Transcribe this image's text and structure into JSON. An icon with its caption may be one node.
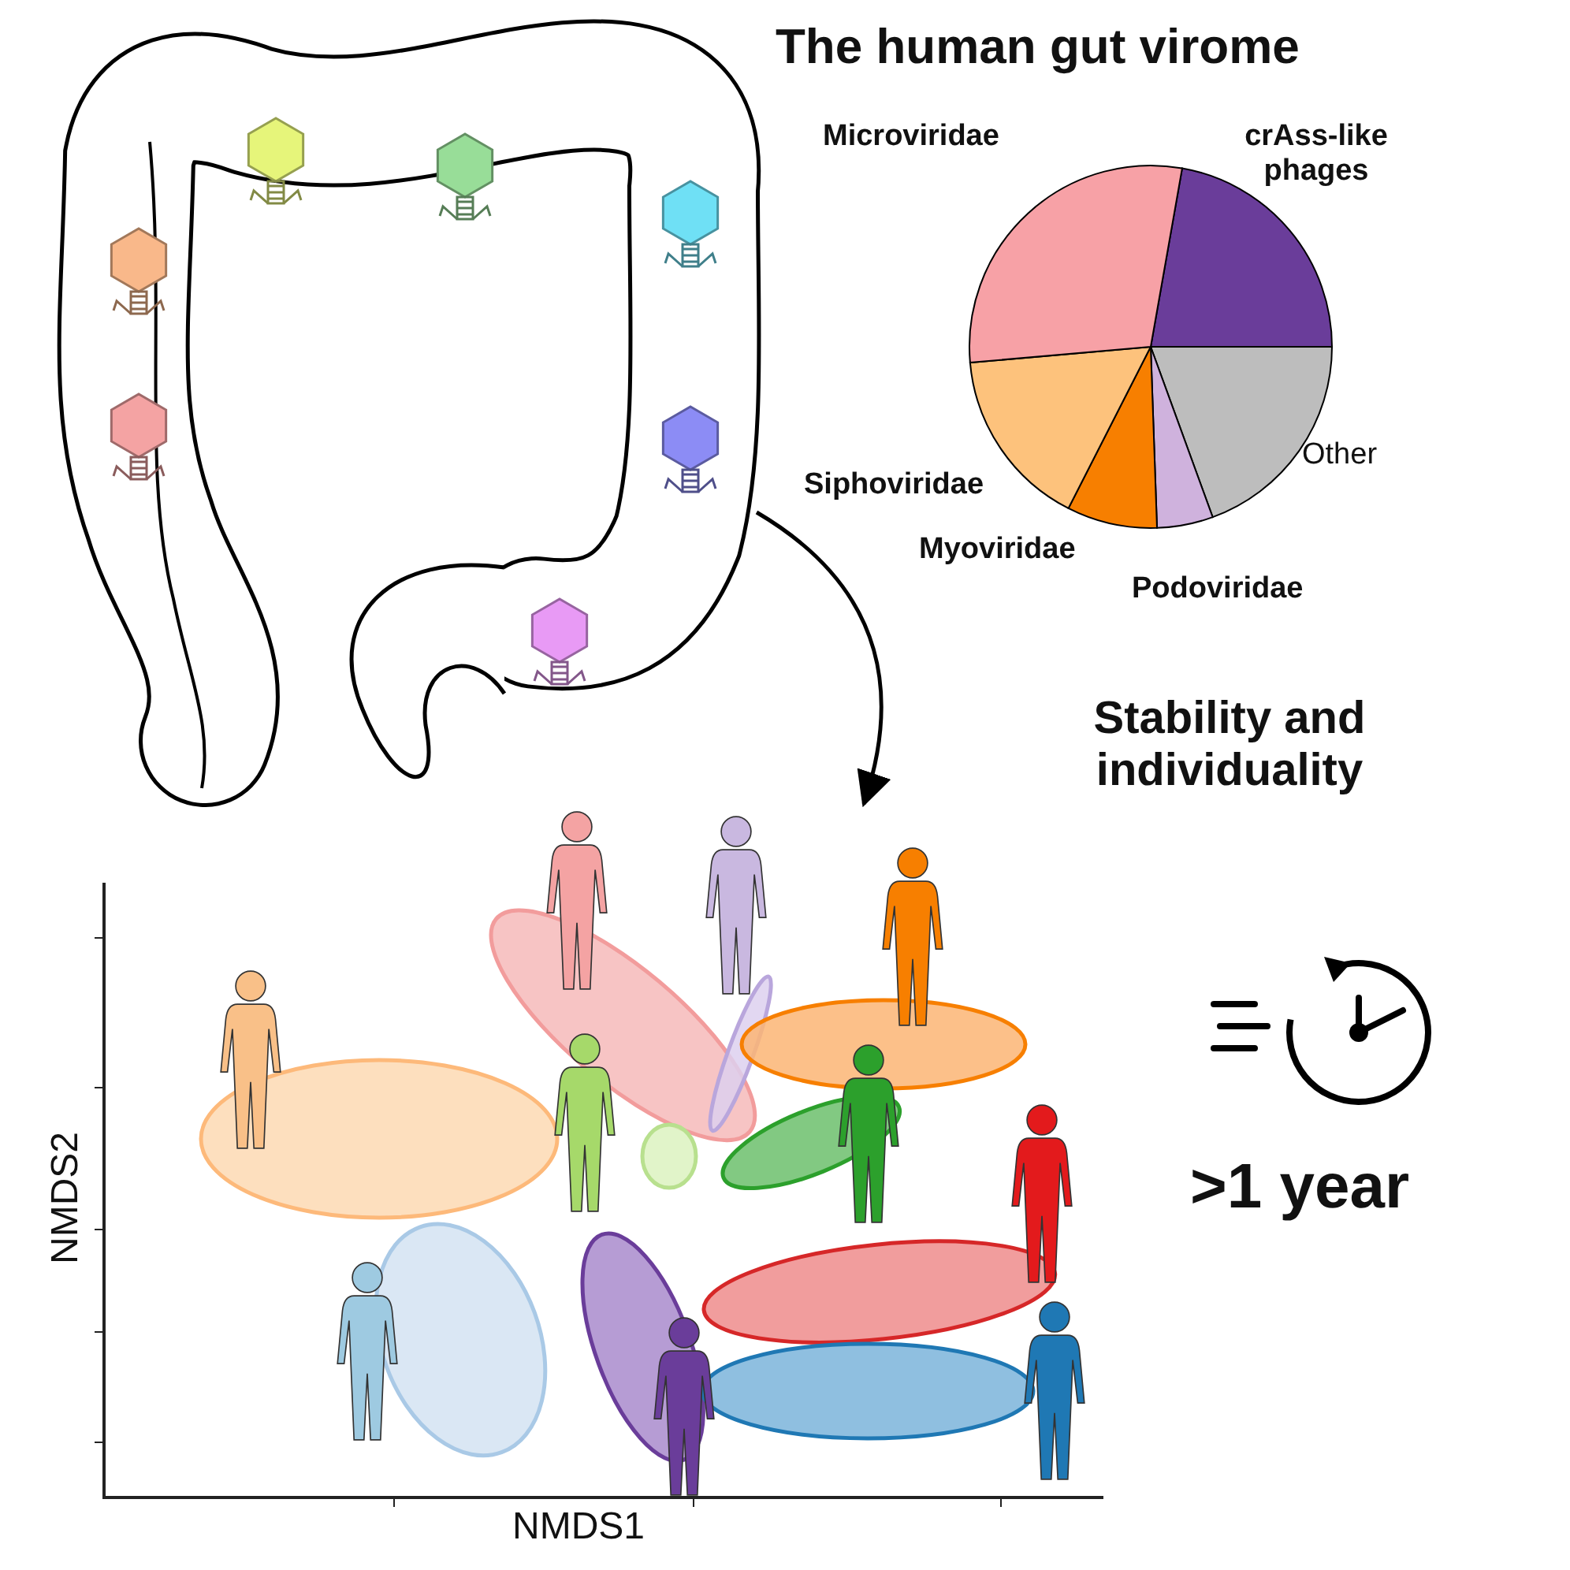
{
  "diagram": {
    "title": "The human gut virome",
    "nodes": [
      {
        "text": [],
        "shape": "picture"
      },
      {
        "text": [],
        "shape": "picture",
        "beside": [
          "NMDS2",
          "NMDS1"
        ]
      },
      {
        "text": [],
        "shape": "ellipse",
        "in": 1
      },
      {
        "text": [],
        "shape": "ellipse",
        "in": 1
      },
      {
        "text": [],
        "shape": "ellipse",
        "in": 1
      },
      {
        "text": [],
        "shape": "ellipse",
        "in": 1
      },
      {
        "text": [],
        "shape": "ellipse",
        "in": 1
      },
      {
        "text": [],
        "shape": "ellipse",
        "in": 1
      },
      {
        "text": [],
        "shape": "ellipse",
        "in": 1
      },
      {
        "text": [],
        "shape": "ellipse",
        "in": 1
      },
      {
        "text": [],
        "shape": "ellipse",
        "in": 1
      },
      {
        "text": [],
        "shape": "ellipse",
        "in": 1
      }
    ],
    "edges": [
      {
        "from": 0,
        "to": 1,
        "arrow": "to"
      }
    ],
    "labels": [
      "Microviridae",
      "crAss-like phages",
      "Other",
      "Siphoviridae",
      "Myoviridae",
      "Podoviridae",
      "Stability and individuality",
      ">1 year"
    ]
  }
}
